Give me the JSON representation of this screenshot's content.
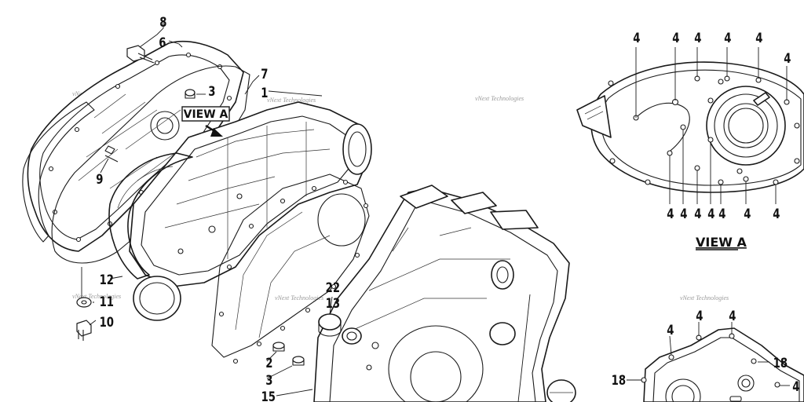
{
  "callouts": {
    "c8": "8",
    "c6": "6",
    "c7": "7",
    "c3a": "3",
    "c1": "1",
    "c9": "9",
    "c12": "12",
    "c11": "11",
    "c10": "10",
    "c22": "22",
    "c13": "13",
    "c2": "2",
    "c3b": "3",
    "c15": "15",
    "va_top": [
      "4",
      "4",
      "4",
      "4",
      "4",
      "4"
    ],
    "va_bottom": [
      "4",
      "4",
      "4",
      "4",
      "4",
      "4",
      "4"
    ],
    "lower_4a": "4",
    "lower_4b": "4",
    "lower_4c": "4",
    "lower_4d": "4",
    "lower_18a": "18",
    "lower_18b": "18"
  },
  "labels": {
    "view_a_box": "VIEW A",
    "view_a_title": "VIEW A"
  },
  "watermark": "vNext Technologies",
  "icons": {
    "direction": "arrow-icon"
  }
}
